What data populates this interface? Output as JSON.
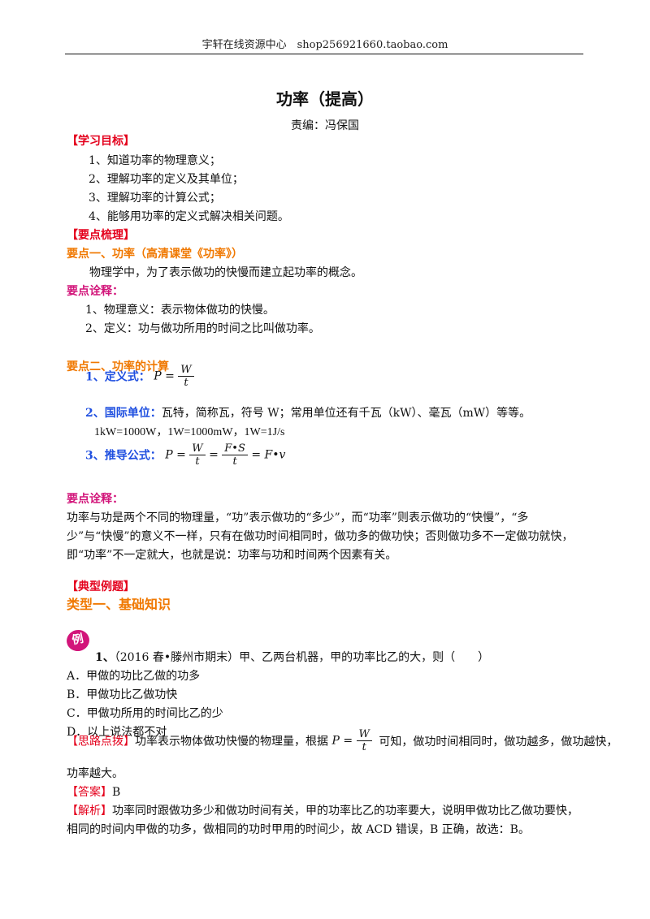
{
  "header": {
    "text": "宇轩在线资源中心　shop256921660.taobao.com"
  },
  "title": "功率（提高）",
  "editor": "责编：冯保国",
  "sections": {
    "goals_heading": "【学习目标】",
    "goals": [
      "1、知道功率的物理意义；",
      "2、理解功率的定义及其单位；",
      "3、理解功率的计算公式；",
      "4、能够用功率的定义式解决相关问题。"
    ],
    "points_heading": "【要点梳理】",
    "point1_heading": "要点一、功率（高清课堂《功率》）",
    "point1_text": "物理学中，为了表示做功的快慢而建立起功率的概念。",
    "explain_heading": "要点诠释：",
    "explain1": [
      "1、物理意义：表示物体做功的快慢。",
      "2、定义：功与做功所用的时间之比叫做功率。"
    ],
    "point2_heading": "要点二、功率的计算",
    "def_label": "1、定义式：",
    "def_P": "P",
    "def_eq": "=",
    "def_num": "W",
    "def_den": "t",
    "unit_label": "2、国际单位：",
    "unit_text": "瓦特，简称瓦，符号 W；常用单位还有千瓦（kW）、毫瓦（mW）等等。",
    "unit_conv": "1kW=1000W，1W=1000mW，1W=1J/s",
    "derive_label": "3、推导公式：",
    "derive_P": "P",
    "derive_eq1": "=",
    "derive_num1": "W",
    "derive_den1": "t",
    "derive_eq2": "=",
    "derive_num2": "F•S",
    "derive_den2": "t",
    "derive_tail": "= F•v",
    "explain2_heading": "要点诠释：",
    "explain2_lines": [
      "功率与功是两个不同的物理量，“功”表示做功的“多少”，而“功率”则表示做功的“快慢”，“多",
      "少”与“快慢”的意义不一样，只有在做功时间相同时，做功多的做功快；否则做功多不一定做功就快，",
      "即“功率”不一定就大，也就是说：功率与功和时间两个因素有关。"
    ],
    "examples_heading": "【典型例题】",
    "type1_heading": "类型一、基础知识",
    "badge": "例",
    "q_num": "1、",
    "q_text": "（2016 春•滕州市期末）甲、乙两台机器，甲的功率比乙的大，则（　　）",
    "options": [
      "A．甲做的功比乙做的功多",
      "B．甲做功比乙做功快",
      "C．甲做功所用的时间比乙的少",
      "D．以上说法都不对"
    ],
    "hint_tag": "【思路点拨】",
    "hint_pre": "功率表示物体做功快慢的物理量，根据",
    "hint_P": "P",
    "hint_eq": "=",
    "hint_num": "W",
    "hint_den": "t",
    "hint_post": "可知，做功时间相同时，做功越多，做功越快，",
    "hint_line2": "功率越大。",
    "answer_tag": "【答案】",
    "answer": "B",
    "analysis_tag": "【解析】",
    "analysis_line1": "功率同时跟做功多少和做功时间有关，甲的功率比乙的功率要大，说明甲做功比乙做功要快，",
    "analysis_line2": "相同的时间内甲做的功多，做相同的功时甲用的时间少，故 ACD 错误，B 正确，故选：B。"
  }
}
